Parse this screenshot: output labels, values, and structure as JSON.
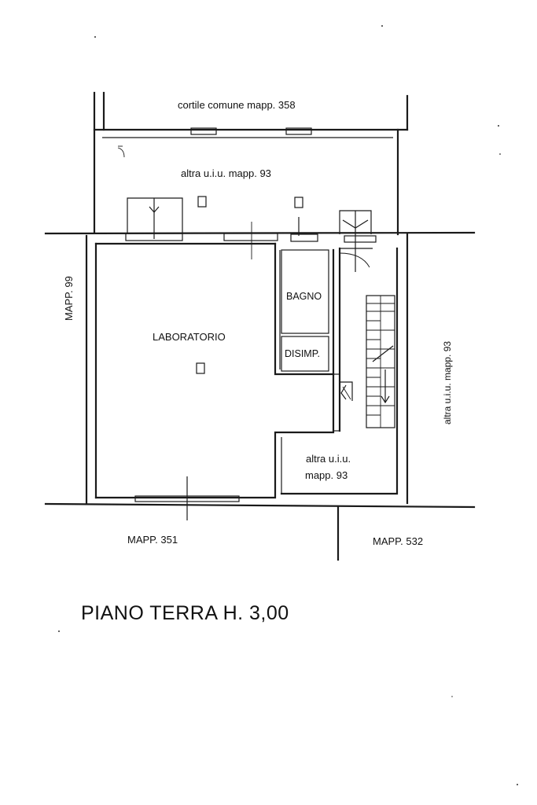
{
  "labels": {
    "courtyard": "cortile comune mapp. 358",
    "other_unit_top": "altra u.i.u. mapp. 93",
    "mapp_99": "MAPP. 99",
    "laboratorio": "LABORATORIO",
    "bagno": "BAGNO",
    "disimp": "DISIMP.",
    "other_unit_right": "altra u.i.u. mapp. 93",
    "other_unit_bottom_line1": "altra u.i.u.",
    "other_unit_bottom_line2": "mapp. 93",
    "mapp_351": "MAPP. 351",
    "mapp_532": "MAPP. 532"
  },
  "title": "PIANO TERRA H. 3,00"
}
